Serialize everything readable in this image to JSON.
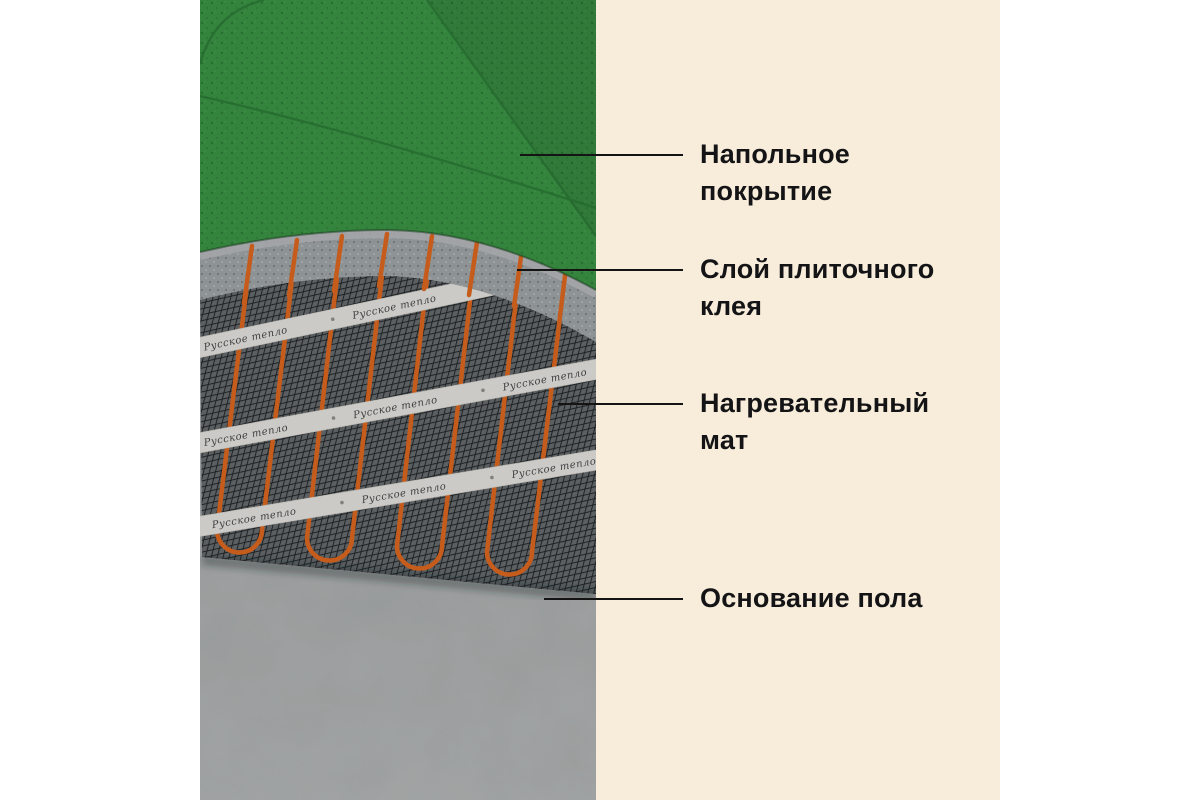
{
  "page": {
    "background": "#ffffff",
    "panel_background": "#f7edda"
  },
  "annotations": [
    {
      "id": "floor-covering",
      "line1": "Напольное",
      "line2": "покрытие"
    },
    {
      "id": "tile-adhesive",
      "line1": "Слой плиточного",
      "line2": "клея"
    },
    {
      "id": "heating-mat",
      "line1": "Нагревательный",
      "line2": "мат"
    },
    {
      "id": "floor-base",
      "line1": "Основание пола",
      "line2": ""
    }
  ],
  "illustration": {
    "tape_text": "Русское тепло",
    "colors": {
      "tile_green": "#3f9e49",
      "grout_green": "#2c7d38",
      "adhesive_gray": "#abb0b3",
      "mesh_dark": "#24292d",
      "cable_orange": "#ee6f22",
      "tape_white": "#f3f2ee",
      "concrete_gray": "#a6aaad",
      "callout_line": "#141414",
      "label_text": "#141416"
    }
  }
}
